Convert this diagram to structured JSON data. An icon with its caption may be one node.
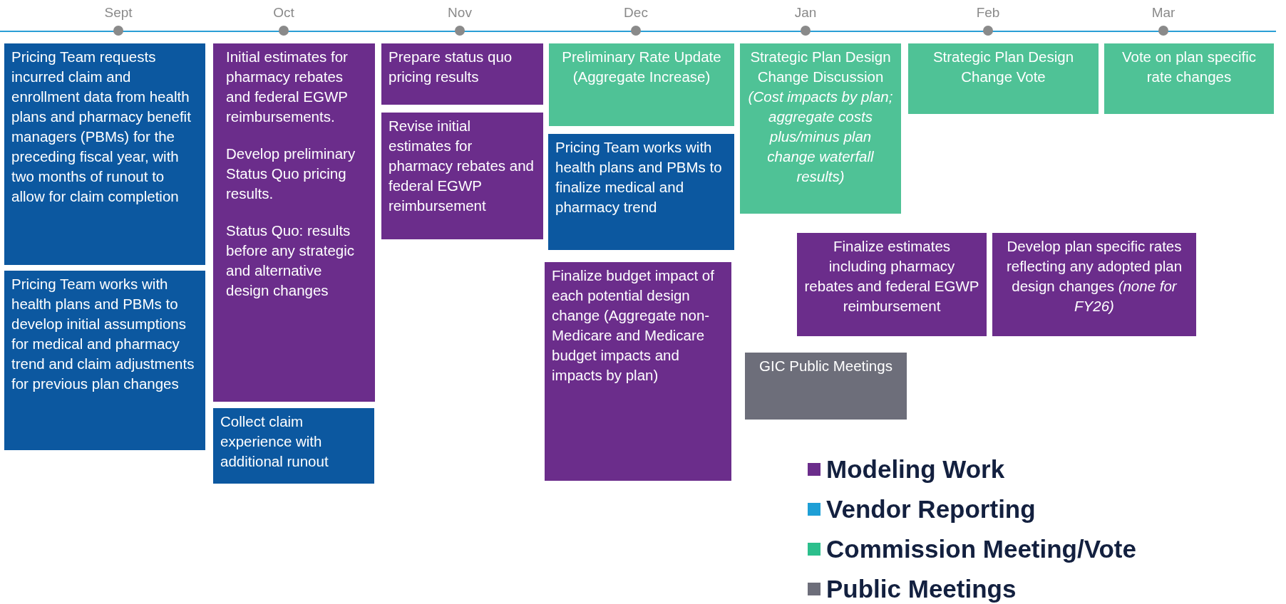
{
  "diagram": {
    "nodes": [
      {
        "text": [
          "Pricing Team requests incurred claim and enrollment data from health plans and pharmacy benefit managers (PBMs) for the preceding fiscal year, with two months of runout to allow for claim completion"
        ]
      },
      {
        "text": [
          "Pricing Team works with health plans and PBMs to develop initial assumptions for medical and pharmacy trend and claim adjustments for previous plan changes"
        ]
      },
      {
        "text": [
          "Initial estimates for pharmacy rebates and federal EGWP reimbursements.",
          "Develop preliminary Status Quo pricing results.",
          "Status Quo: results before any strategic and alternative design changes"
        ]
      },
      {
        "text": [
          "Collect claim experience with additional runout"
        ]
      },
      {
        "text": [
          "Prepare status quo pricing results"
        ]
      },
      {
        "text": [
          "Revise initial estimates for pharmacy rebates and federal EGWP reimbursement"
        ]
      },
      {
        "text": [
          "Preliminary Rate Update (Aggregate Increase)"
        ]
      },
      {
        "text": [
          "Pricing Team works with health plans and PBMs to finalize medical and pharmacy trend"
        ]
      },
      {
        "text": [
          "Finalize budget impact of each potential design change (Aggregate non-Medicare and Medicare budget impacts and impacts by plan)"
        ]
      },
      {
        "text": [
          "Strategic Plan Design Change Discussion",
          "(Cost impacts by plan; aggregate costs plus/minus plan change waterfall results)"
        ]
      },
      {
        "text": [
          "Strategic Plan Design Change Vote"
        ]
      },
      {
        "text": [
          "Vote on plan specific rate changes"
        ]
      },
      {
        "text": [
          "Finalize estimates including pharmacy rebates and federal EGWP reimbursement"
        ]
      },
      {
        "text": [
          "Develop plan specific rates reflecting any adopted plan design changes *(none for FY26)*"
        ]
      },
      {
        "text": [
          "GIC Public Meetings"
        ]
      }
    ],
    "labels": [
      "Sept",
      "Oct",
      "Nov",
      "Dec",
      "Jan",
      "Feb",
      "Mar"
    ],
    "legend": [
      {
        "text": "Modeling Work",
        "color": "#6b2d8b"
      },
      {
        "text": "Vendor Reporting",
        "color": "#1e9fd6"
      },
      {
        "text": "Commission Meeting/Vote",
        "color": "#2cbf8c"
      },
      {
        "text": "Public Meetings",
        "color": "#6d6e7a"
      }
    ]
  }
}
